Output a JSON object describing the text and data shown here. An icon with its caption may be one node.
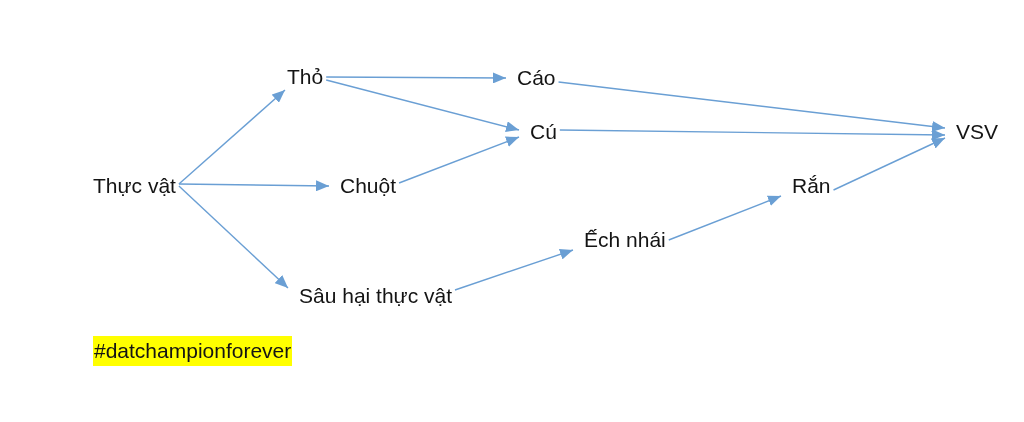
{
  "diagram": {
    "nodes": [
      {
        "text": [
          "Thực vật"
        ]
      },
      {
        "text": [
          "Thỏ"
        ]
      },
      {
        "text": [
          "Cáo"
        ]
      },
      {
        "text": [
          "Cú"
        ]
      },
      {
        "text": [
          "Chuột"
        ]
      },
      {
        "text": [
          "Sâu hại thực vật"
        ]
      },
      {
        "text": [
          "Ếch nhái"
        ]
      },
      {
        "text": [
          "Rắn"
        ]
      },
      {
        "text": [
          "VSV"
        ]
      }
    ],
    "edges": [
      {
        "from": 0,
        "to": 1,
        "arrow": "to"
      },
      {
        "from": 0,
        "to": 4,
        "arrow": "to"
      },
      {
        "from": 0,
        "to": 5,
        "arrow": "to"
      },
      {
        "from": 1,
        "to": 2,
        "arrow": "to"
      },
      {
        "from": 1,
        "to": 3,
        "arrow": "to"
      },
      {
        "from": 4,
        "to": 3,
        "arrow": "to"
      },
      {
        "from": 2,
        "to": 8,
        "arrow": "to"
      },
      {
        "from": 3,
        "to": 8,
        "arrow": "to"
      },
      {
        "from": 7,
        "to": 8,
        "arrow": "to"
      },
      {
        "from": 5,
        "to": 6,
        "arrow": "to"
      },
      {
        "from": 6,
        "to": 7,
        "arrow": "to"
      }
    ],
    "labels": [
      "#datchampionforever"
    ]
  }
}
